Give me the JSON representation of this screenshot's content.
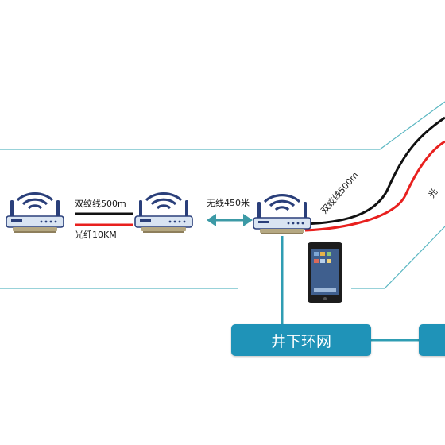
{
  "labels": {
    "twisted_pair_left": "双绞线500m",
    "fiber_left": "光纤10KM",
    "wireless": "无线450米",
    "twisted_pair_right": "双绞线500m",
    "fiber_right_partial": "光"
  },
  "boxes": {
    "underground_ring": "井下环网"
  },
  "colors": {
    "teal_line": "#5bb7c2",
    "box_blue": "#1f93b8",
    "fiber_red": "#e8201e",
    "cable_black": "#111111"
  },
  "icons": [
    "wifi-router-icon",
    "tablet-icon",
    "double-arrow-icon"
  ]
}
